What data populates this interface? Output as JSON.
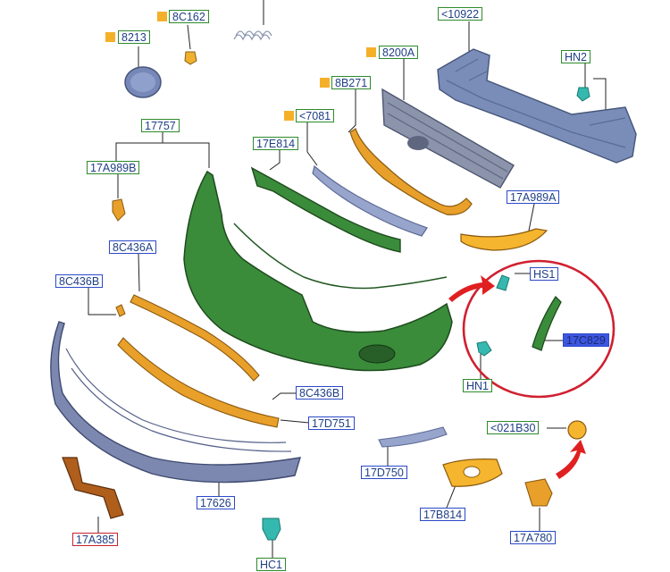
{
  "colors": {
    "label_green_border": "#2d8a2d",
    "label_blue_border": "#2b49c8",
    "label_red_border": "#c8222c",
    "label_text": "#1f3f86",
    "marker_orange": "#f5b02a",
    "bumper_green": "#3a8c3a",
    "orange_trim": "#e8a02a",
    "grey_blue_part": "#7a8cb8",
    "teal_clip": "#35b8b0",
    "red_arrow": "#e02020",
    "highlight_circle": "#d02030"
  },
  "labels": {
    "8C162": "8C162",
    "8213": "8213",
    "10922": "<10922",
    "HN2": "HN2",
    "8200A": "8200A",
    "8B271": "8B271",
    "7081": "<7081",
    "17757": "17757",
    "17E814": "17E814",
    "17A989B": "17A989B",
    "17A989A": "17A989A",
    "8C436A": "8C436A",
    "8C436B_left": "8C436B",
    "8C436B_bottom": "8C436B",
    "HS1": "HS1",
    "17C829": "17C829",
    "HN1": "HN1",
    "17D751": "17D751",
    "021B30": "<021B30",
    "17D750": "17D750",
    "17626": "17626",
    "17B814": "17B814",
    "17A780": "17A780",
    "17A385": "17A385",
    "HC1": "HC1"
  }
}
